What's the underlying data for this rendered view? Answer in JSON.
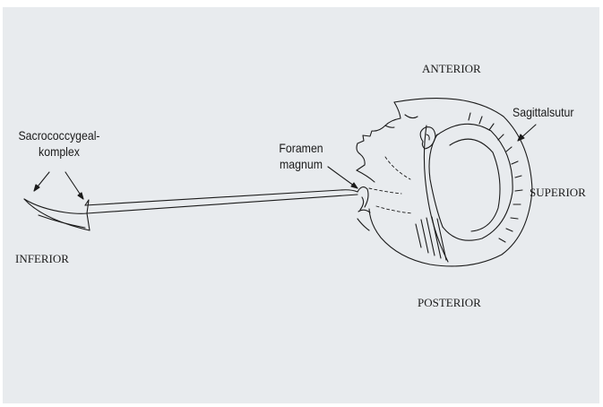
{
  "labels": {
    "anterior": "ANTERIOR",
    "superior": "SUPERIOR",
    "posterior": "POSTERIOR",
    "inferior": "INFERIOR",
    "sagittalsutur": "Sagittalsutur",
    "foramen_magnum_line1": "Foramen",
    "foramen_magnum_line2": "magnum",
    "sacrococcygeal_line1": "Sacrococcygeal-",
    "sacrococcygeal_line2": "komplex"
  },
  "colors": {
    "background": "#e8ebee",
    "ink": "#1b1b1b"
  }
}
